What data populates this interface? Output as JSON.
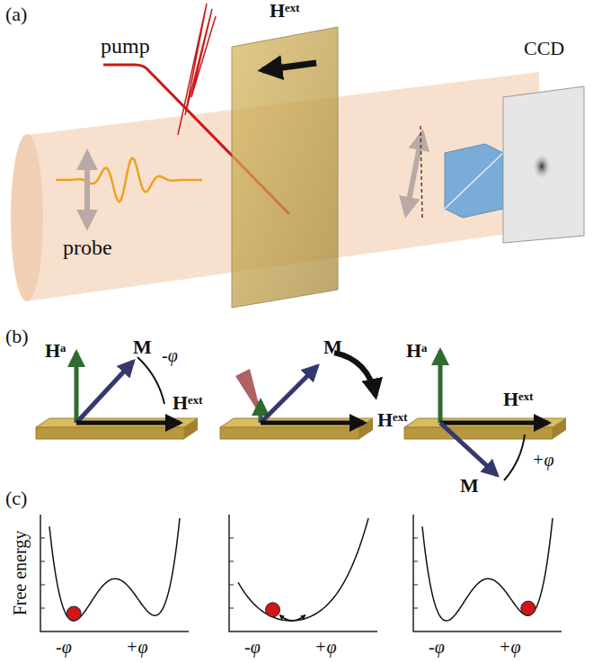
{
  "diagram": {
    "labels": [
      "(a)",
      "Hᵉˣᵗ",
      "CCD",
      "pump",
      "probe",
      "(b)",
      "Hᵃ",
      "M",
      "-φ",
      "Hᵉˣᵗ",
      "M",
      "Hᵉˣᵗ",
      "Hᵃ",
      "Hᵉˣᵗ",
      "M",
      "+φ",
      "(c)",
      "Free energy",
      "-φ",
      "+φ",
      "-φ",
      "+φ",
      "-φ",
      "+φ"
    ]
  }
}
